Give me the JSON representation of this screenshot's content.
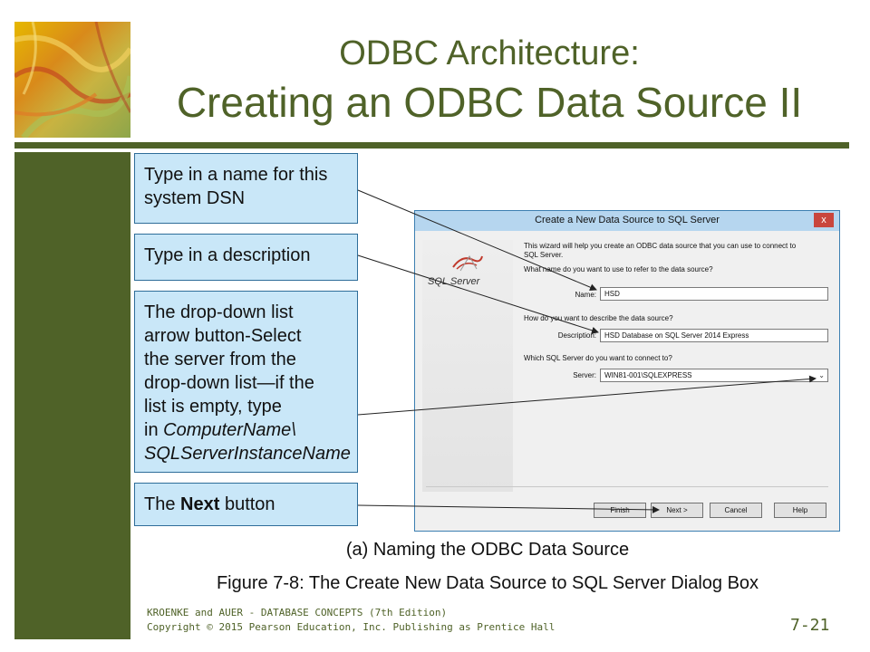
{
  "slide": {
    "title_line1": "ODBC Architecture:",
    "title_line2": "Creating an ODBC Data Source II",
    "callouts": [
      {
        "lines": [
          "Type in a name for this",
          "system DSN"
        ]
      },
      {
        "lines": [
          "Type in a description"
        ]
      },
      {
        "lines": [
          "The drop-down list",
          "arrow button-Select",
          "the server from the",
          "drop-down list—if the",
          "list is empty, type",
          "in ",
          "ComputerName\\",
          "SQLServerInstanceName"
        ]
      },
      {
        "prefix": "The ",
        "bold": "Next",
        "suffix": " button"
      }
    ],
    "caption": "(a) Naming the ODBC Data Source",
    "figure_caption": "Figure 7-8:  The Create New Data Source to SQL Server Dialog Box",
    "footer_line1": "KROENKE and AUER -  DATABASE CONCEPTS (7th Edition)",
    "footer_line2": "Copyright © 2015 Pearson Education, Inc. Publishing as Prentice Hall",
    "page_number": "7-21",
    "accent_color": "#4f6228",
    "callout_color": "#c9e7f8"
  },
  "dialog": {
    "title": "Create a New Data Source to SQL Server",
    "close_glyph": "x",
    "logo_text": "SQL Server",
    "intro_line1": "This wizard will help you create an ODBC data source that you can use to connect to",
    "intro_line2": "SQL Server.",
    "q_name": "What name do you want to use to refer to the data source?",
    "name_label": "Name:",
    "name_value": "HSD",
    "q_desc": "How do you want to describe the data source?",
    "desc_label": "Description:",
    "desc_value": "HSD Database on SQL Server 2014 Express",
    "q_server": "Which SQL Server do you want to connect to?",
    "server_label": "Server:",
    "server_value": "WIN81-001\\SQLEXPRESS",
    "buttons": {
      "finish": "Finish",
      "next": "Next >",
      "cancel": "Cancel",
      "help": "Help"
    }
  }
}
